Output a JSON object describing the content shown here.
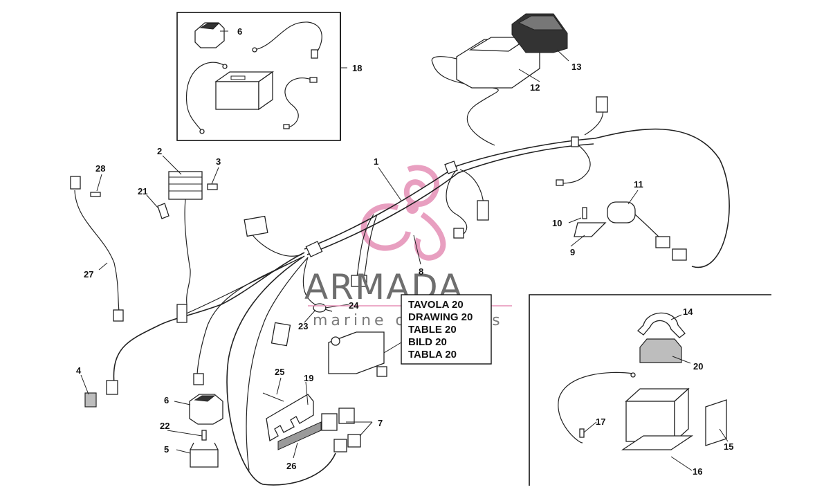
{
  "callouts": {
    "c1": "1",
    "c2": "2",
    "c3": "3",
    "c4": "4",
    "c5": "5",
    "c6a": "6",
    "c6b": "6",
    "c7": "7",
    "c8": "8",
    "c9": "9",
    "c10": "10",
    "c11": "11",
    "c12": "12",
    "c13": "13",
    "c14": "14",
    "c15": "15",
    "c16": "16",
    "c17": "17",
    "c18": "18",
    "c19": "19",
    "c20": "20",
    "c21": "21",
    "c22": "22",
    "c23": "23",
    "c24": "24",
    "c25": "25",
    "c26": "26",
    "c27": "27",
    "c28": "28"
  },
  "reference_box": {
    "lines": [
      "TAVOLA 20",
      "DRAWING 20",
      "TABLE 20",
      "BILD 20",
      "TABLA 20"
    ]
  },
  "watermark": {
    "title": "ARMADA",
    "subtitle": "marine outboards",
    "logo_color": "#e58fb6",
    "text_color": "#6e6e6e"
  }
}
